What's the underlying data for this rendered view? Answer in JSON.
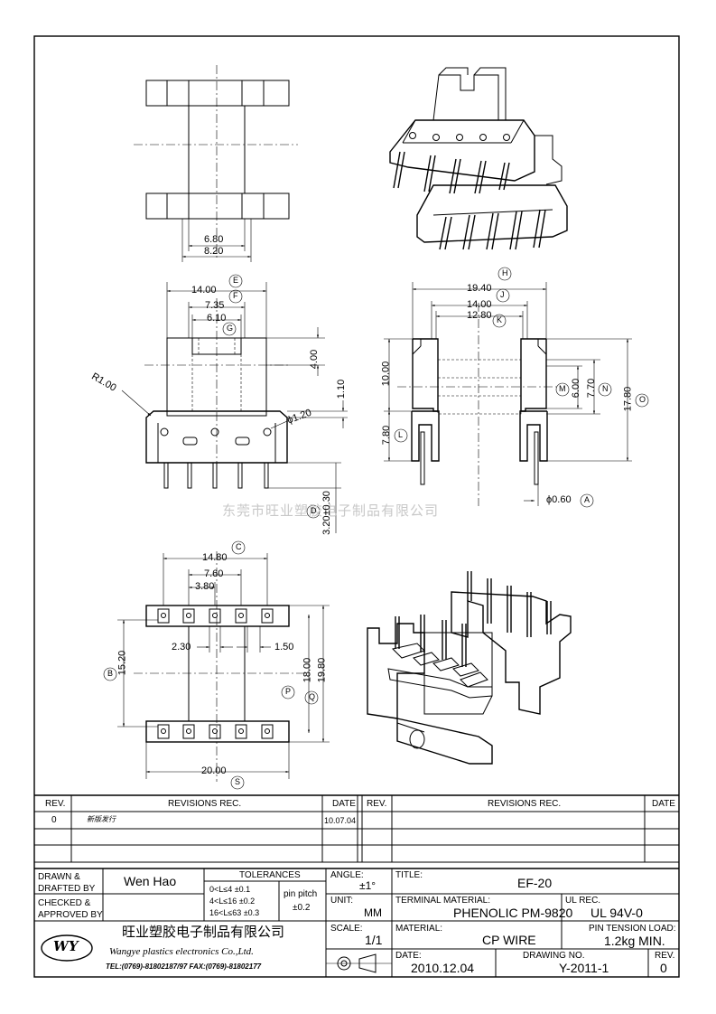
{
  "watermark": "东莞市旺业塑胶电子制品有限公司",
  "dimensions": {
    "top_view": [
      "6.80",
      "8.20"
    ],
    "front_view": [
      "14.00",
      "7.35",
      "6.10",
      "4.00",
      "1.10",
      "R1.00",
      "ϕ1.20",
      "3.20±0.30"
    ],
    "front_labels": [
      "E",
      "F",
      "G",
      "D"
    ],
    "side_view": [
      "19.40",
      "14.00",
      "12.80",
      "10.00",
      "6.00",
      "7.70",
      "17.80",
      "7.80",
      "ϕ0.60"
    ],
    "side_labels": [
      "H",
      "J",
      "K",
      "M",
      "N",
      "O",
      "L",
      "A"
    ],
    "bottom_view": [
      "14.80",
      "7.60",
      "3.80",
      "2.30",
      "1.50",
      "15.20",
      "18.00",
      "19.80",
      "20.00"
    ],
    "bottom_labels": [
      "C",
      "B",
      "P",
      "Q",
      "S"
    ]
  },
  "revisions": {
    "headers": [
      "REV.",
      "REVISIONS   REC.",
      "DATE"
    ],
    "rows": [
      {
        "rev": "0",
        "rec": "新版发行",
        "date": "10.07.04"
      }
    ]
  },
  "title_block": {
    "drawn_label": "DRAWN &\nDRAFTED BY",
    "drawn_value": "Wen Hao",
    "checked_label": "CHECKED &\nAPPROVED BY",
    "tolerances_label": "TOLERANCES",
    "tolerances": [
      "0<L≤4   ±0.1",
      "4<L≤16  ±0.2",
      "16<L≤63 ±0.3"
    ],
    "pin_pitch_label": "pin pitch",
    "pin_pitch_value": "±0.2",
    "angle_label": "ANGLE:",
    "angle_value": "±1°",
    "unit_label": "UNIT:",
    "unit_value": "MM",
    "scale_label": "SCALE:",
    "scale_value": "1/1",
    "title_label": "TITLE:",
    "title_value": "EF-20",
    "terminal_label": "TERMINAL MATERIAL:",
    "terminal_value": "PHENOLIC PM-9820",
    "ul_label": "UL REC.",
    "ul_value": "UL 94V-0",
    "material_label": "MATERIAL:",
    "material_value": "CP WIRE",
    "pin_tension_label": "PIN TENSION LOAD:",
    "pin_tension_value": "1.2kg MIN.",
    "date_label": "DATE:",
    "date_value": "2010.12.04",
    "drawing_label": "DRAWING NO.",
    "drawing_value": "Y-2011-1",
    "rev_label": "REV.",
    "rev_value": "0",
    "company_cn": "旺业塑胶电子制品有限公司",
    "company_en": "Wangye plastics electronics Co.,Ltd.",
    "company_tel": "TEL:(0769)-81802187/97  FAX:(0769)-81802177",
    "logo_text": "WY"
  }
}
